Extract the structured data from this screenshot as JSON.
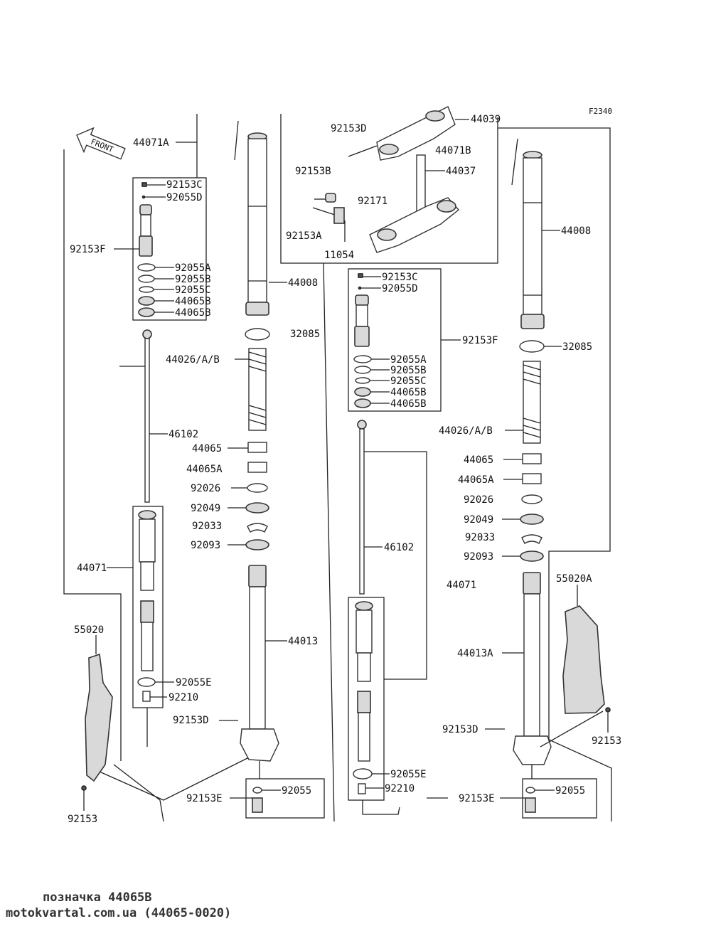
{
  "diagram": {
    "code": "F2340",
    "front_arrow": "FRONT",
    "labels": {
      "p44071a": "44071A",
      "p92153c_l": "92153C",
      "p92055d_l": "92055D",
      "p92153f_l": "92153F",
      "p92055a_l": "92055A",
      "p92055b_l": "92055B",
      "p92055c_l": "92055C",
      "p44065b1_l": "44065B",
      "p44065b2_l": "44065B",
      "p44008_l": "44008",
      "p32085_l": "32085",
      "p44026_l": "44026/A/B",
      "p46102_l": "46102",
      "p44065_l": "44065",
      "p44065a_l": "44065A",
      "p92026_l": "92026",
      "p92049_l": "92049",
      "p92033_l": "92033",
      "p92093_l": "92093",
      "p44071_l": "44071",
      "p44013_l": "44013",
      "p55020_l": "55020",
      "p92055e_l": "92055E",
      "p92210_l": "92210",
      "p92153d_l": "92153D",
      "p92153e_l": "92153E",
      "p92055_l": "92055",
      "p92153_l": "92153",
      "p92153d_top": "92153D",
      "p44039": "44039",
      "p44071b": "44071B",
      "p92153b": "92153B",
      "p44037": "44037",
      "p92171": "92171",
      "p92153a": "92153A",
      "p11054": "11054",
      "p92153c_r": "92153C",
      "p92055d_r": "92055D",
      "p92153f_r": "92153F",
      "p92055a_r": "92055A",
      "p92055b_r": "92055B",
      "p92055c_r": "92055C",
      "p44065b1_r": "44065B",
      "p44065b2_r": "44065B",
      "p44008_r": "44008",
      "p32085_r": "32085",
      "p44026_r": "44026/A/B",
      "p46102_r": "46102",
      "p44065_r": "44065",
      "p44065a_r": "44065A",
      "p92026_r": "92026",
      "p92049_r": "92049",
      "p92033_r": "92033",
      "p92093_r": "92093",
      "p44071_r": "44071",
      "p55020a_r": "55020A",
      "p44013a_r": "44013A",
      "p92055e_r": "92055E",
      "p92210_r": "92210",
      "p92153d_r": "92153D",
      "p92153_r": "92153",
      "p92153e_r": "92153E",
      "p92055_r": "92055"
    }
  },
  "caption": {
    "line1": "позначка 44065B",
    "line2": "motokvartal.com.ua (44065-0020)"
  }
}
